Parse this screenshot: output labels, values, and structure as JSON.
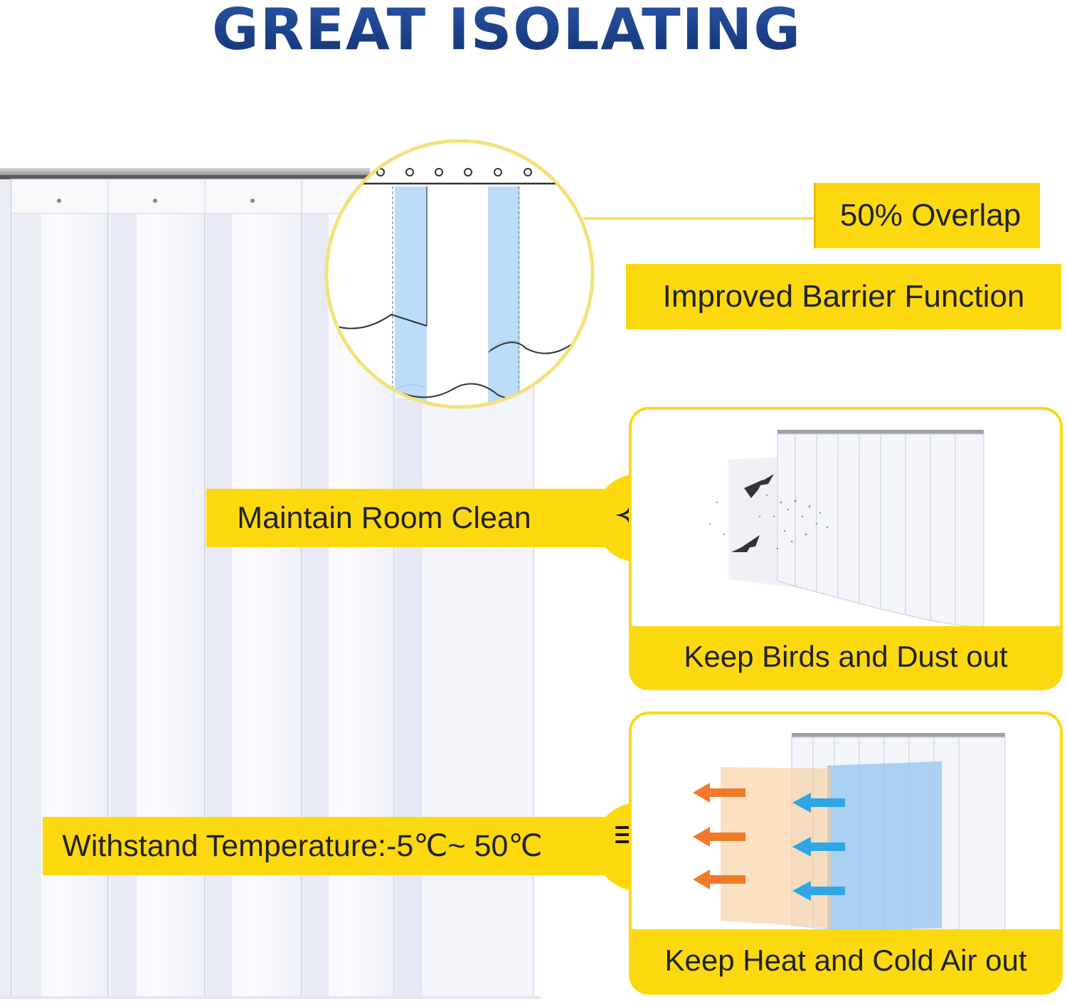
{
  "title": "GREAT ISOLATING",
  "labels": {
    "overlap": "50% Overlap",
    "barrier": "Improved Barrier Function",
    "clean": "Maintain Room Clean",
    "temperature": "Withstand Temperature:-5℃~ 50℃",
    "birds": "Keep Birds and Dust out",
    "heat": "Keep Heat and Cold Air out"
  },
  "colors": {
    "accent_yellow": "#fcd90f",
    "title_blue": "#1d3d7e",
    "strip_blue": "#bcdcf7",
    "heat_orange": "#f07a2a",
    "cold_blue": "#2fa6e6"
  },
  "icons": {
    "clean": "sparkle-icon",
    "temperature": "thermometer-icon"
  }
}
